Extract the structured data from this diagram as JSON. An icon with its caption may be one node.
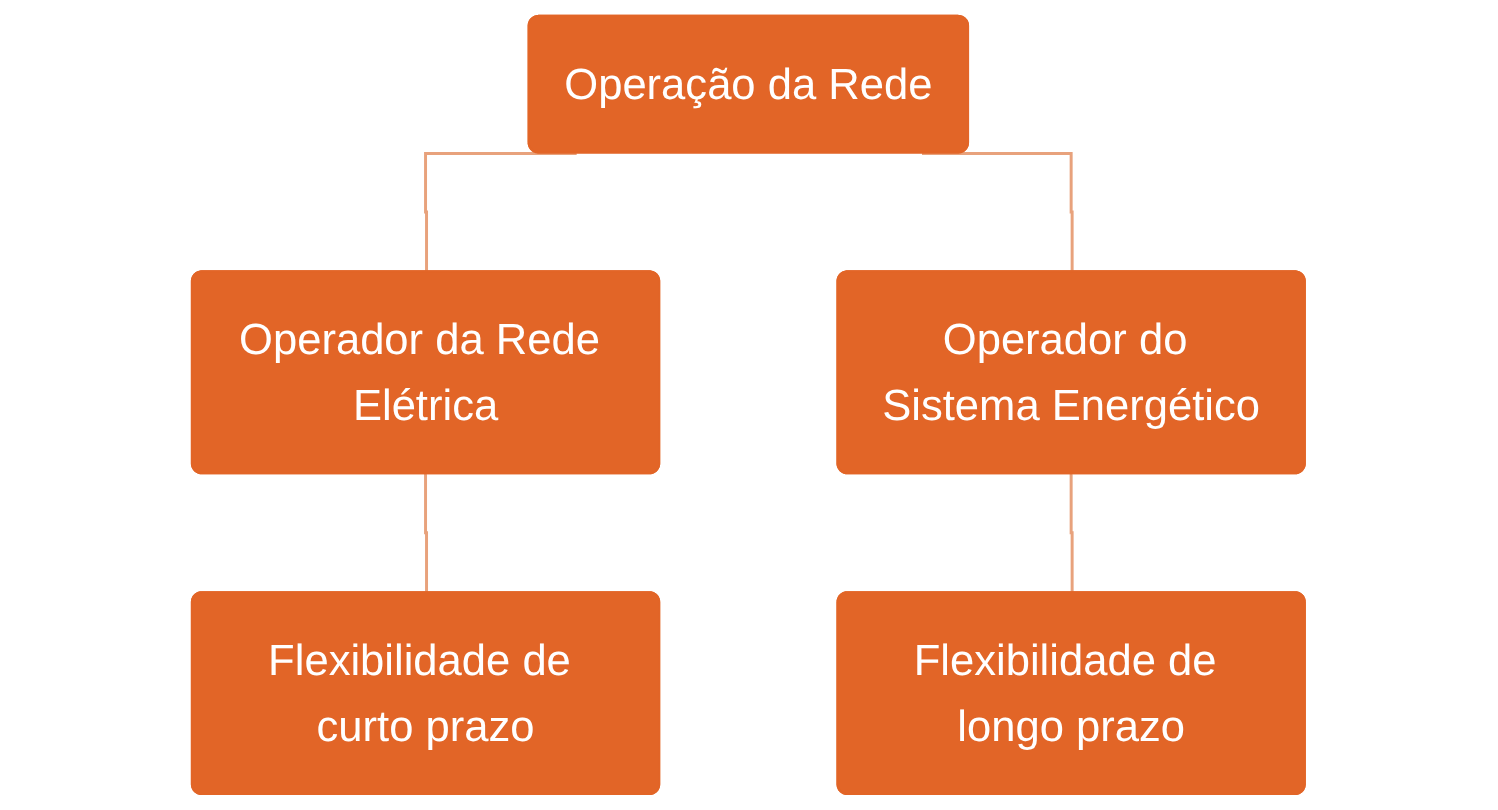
{
  "diagram": {
    "nodes": [
      {
        "text": [
          "Operação da Rede"
        ]
      },
      {
        "text": [
          "Operador da Rede Elétrica"
        ]
      },
      {
        "text": [
          "Operador do Sistema Energético"
        ]
      },
      {
        "text": [
          "Flexibilidade de curto prazo"
        ]
      },
      {
        "text": [
          "Flexibilidade de longo prazo"
        ]
      }
    ],
    "edges": [
      {
        "from": 0,
        "to": 1,
        "arrow": "none"
      },
      {
        "from": 0,
        "to": 2,
        "arrow": "none"
      },
      {
        "from": 1,
        "to": 3,
        "arrow": "none"
      },
      {
        "from": 2,
        "to": 4,
        "arrow": "none"
      }
    ]
  }
}
